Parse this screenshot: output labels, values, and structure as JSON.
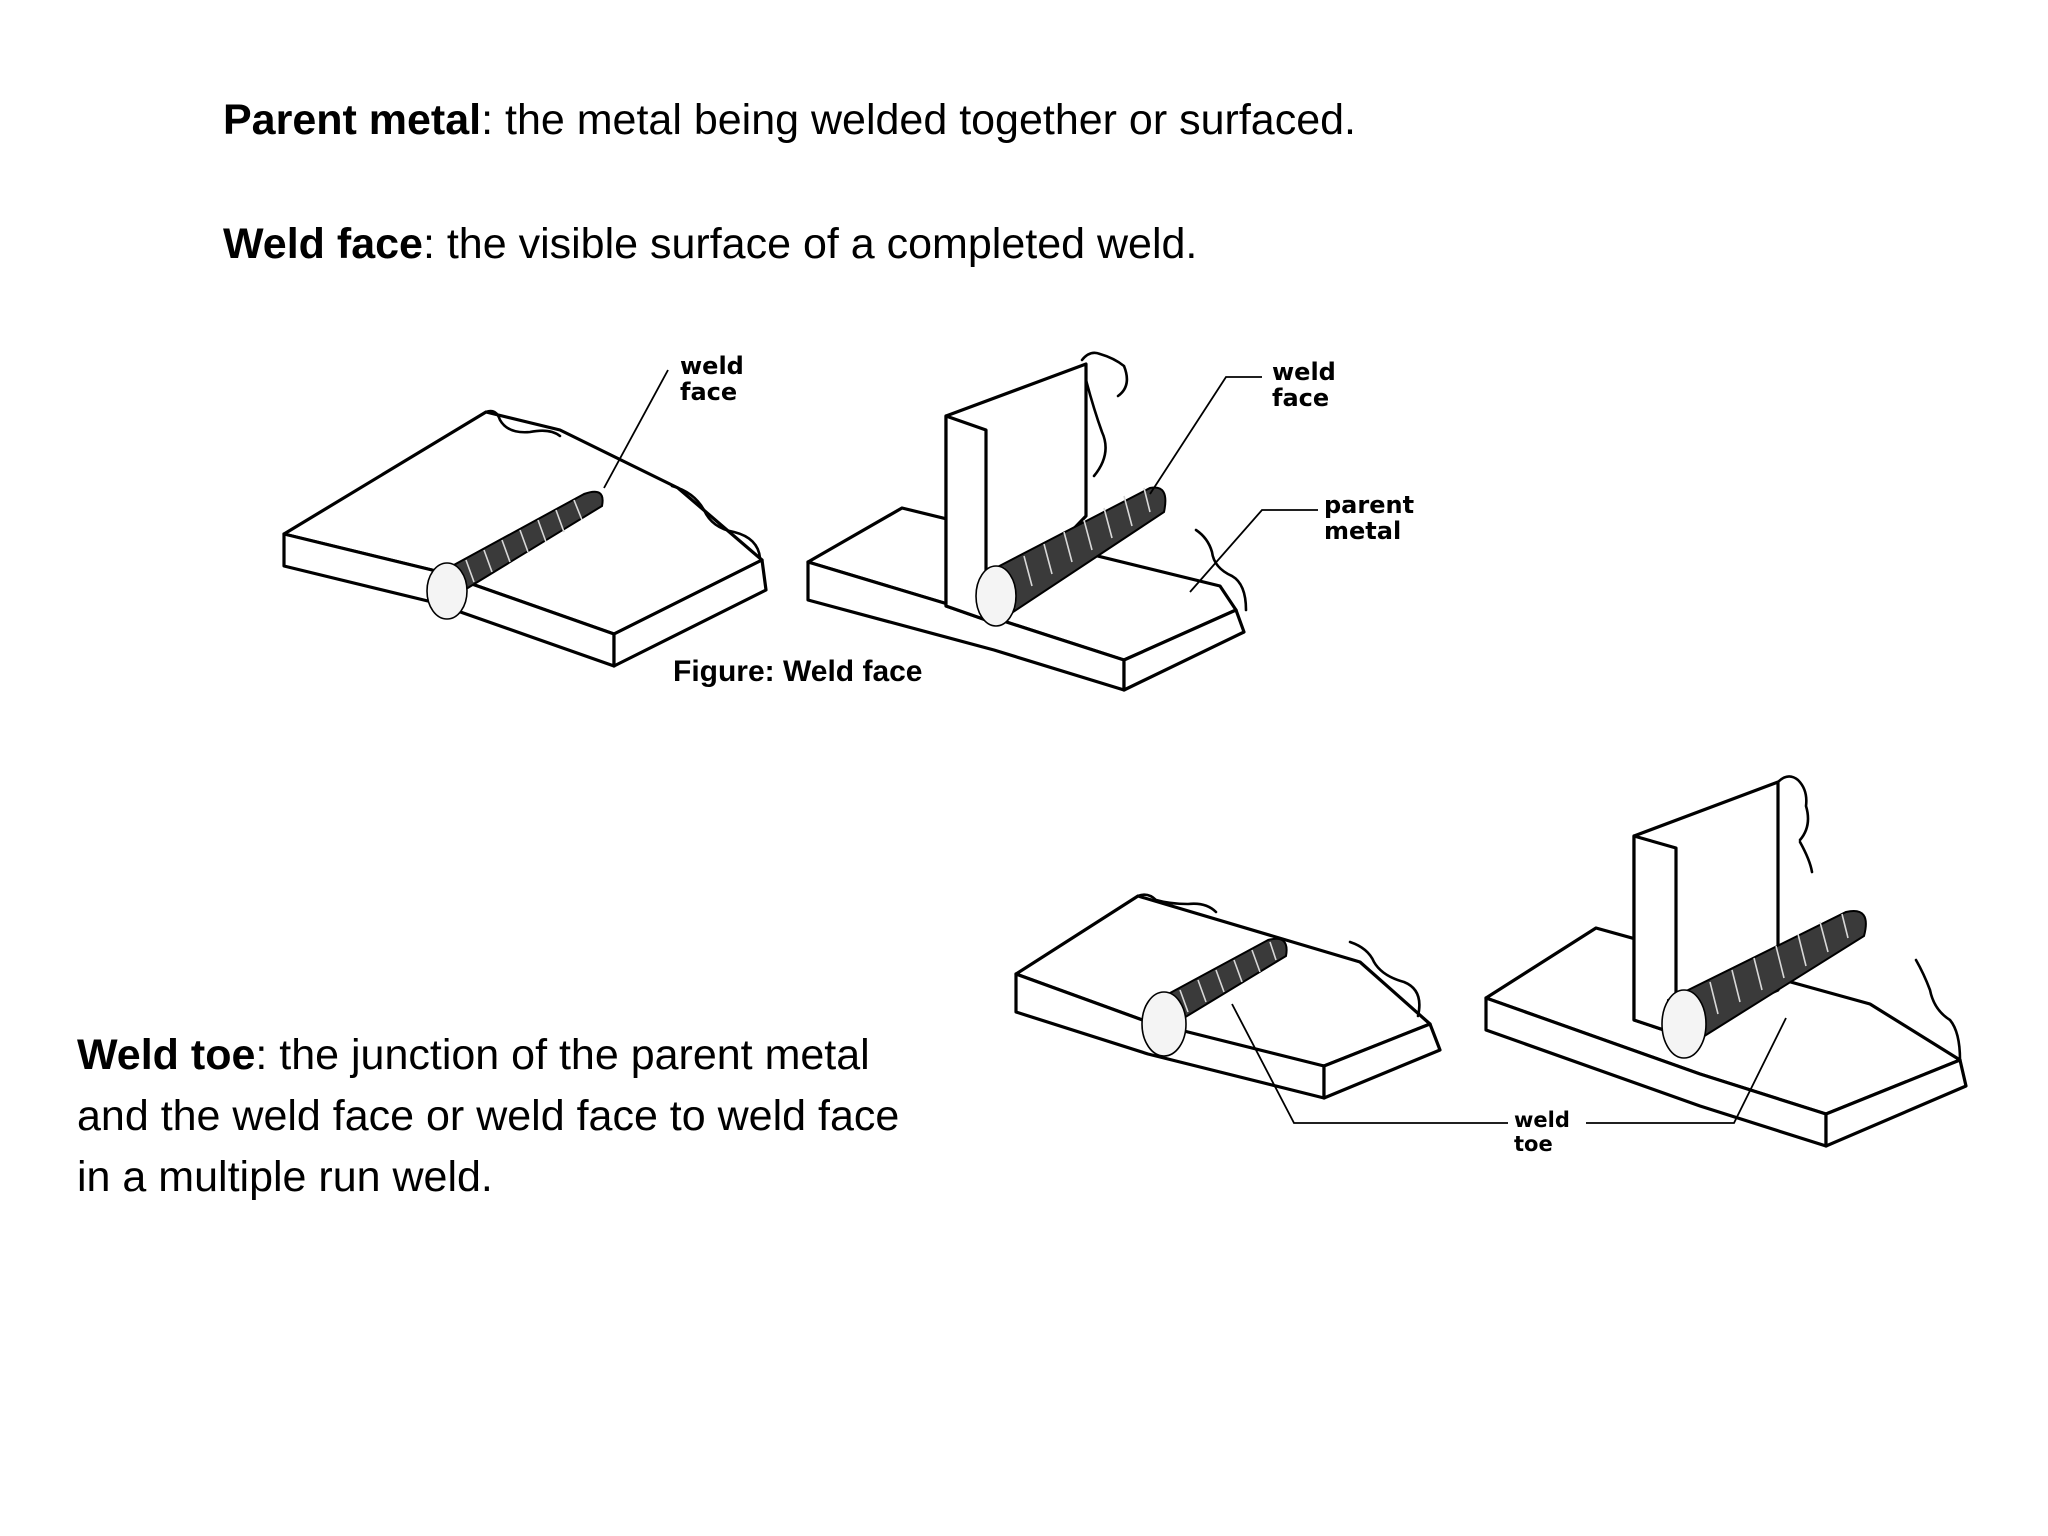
{
  "definitions": {
    "parent_metal": {
      "term": "Parent metal",
      "text": ": the metal being welded together or surfaced."
    },
    "weld_face": {
      "term": "Weld face",
      "text": ": the visible surface of a completed weld."
    },
    "weld_toe": {
      "term": "Weld toe",
      "line1": ": the junction of the parent metal",
      "line2": "and the weld face or weld face to weld face",
      "line3": "in a multiple run weld."
    }
  },
  "figure_weld_face": {
    "caption": "Figure: Weld face",
    "labels": {
      "butt_weld_face_1": "weld",
      "butt_weld_face_2": "face",
      "fillet_weld_face_1": "weld",
      "fillet_weld_face_2": "face",
      "parent_metal_1": "parent",
      "parent_metal_2": "metal"
    }
  },
  "figure_weld_toe": {
    "labels": {
      "weld_toe_1": "weld",
      "weld_toe_2": "toe"
    }
  }
}
